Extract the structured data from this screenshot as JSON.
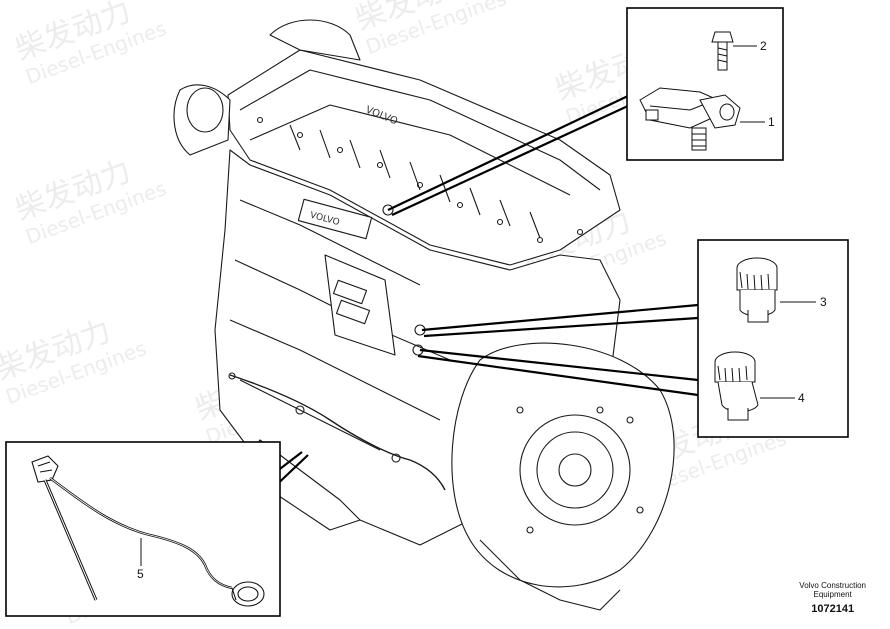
{
  "watermark": {
    "brand_cn": "柴发动力",
    "brand_en": "Diesel-Engines"
  },
  "callouts": [
    {
      "id": "1",
      "label": "1"
    },
    {
      "id": "2",
      "label": "2"
    },
    {
      "id": "3",
      "label": "3"
    },
    {
      "id": "4",
      "label": "4"
    },
    {
      "id": "5",
      "label": "5"
    }
  ],
  "engine_badges": {
    "valve_cover_text": "VOLVO",
    "block_text": "VOLVO"
  },
  "caption": {
    "maker_line1": "Volvo Construction",
    "maker_line2": "Equipment",
    "drawing_number": "1072141"
  }
}
